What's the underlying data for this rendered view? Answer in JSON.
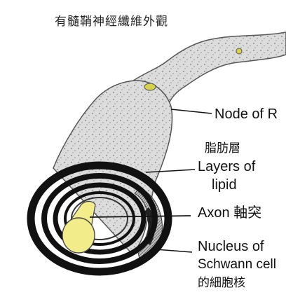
{
  "title": "有髓鞘神經纖維外觀",
  "labels": {
    "node_of_ranvier": "Node of R",
    "lipid_cn": "脂肪層",
    "lipid_en_line1": "Layers of",
    "lipid_en_line2": "lipid",
    "axon": "Axon 軸突",
    "nucleus_line1": "Nucleus of",
    "nucleus_line2": "Schwann cell",
    "nucleus_cn": "的細胞核"
  },
  "colors": {
    "myelin": "#dcdcdc",
    "axon": "#f2ec8a",
    "node": "#d8d24a",
    "ring": "#111111"
  }
}
